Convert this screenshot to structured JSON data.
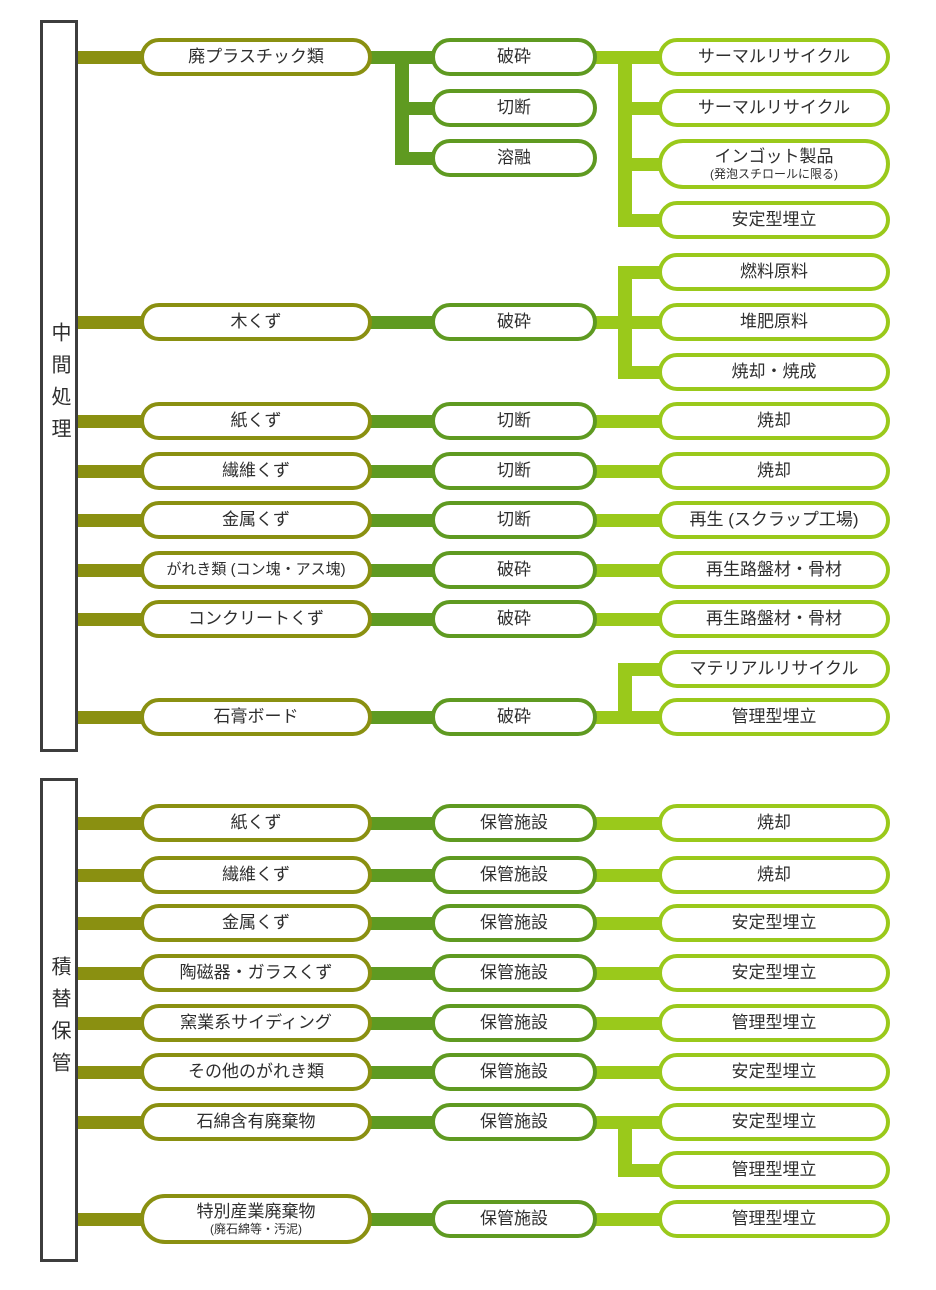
{
  "colors": {
    "frame": "#3D3D3D",
    "waste_accent": "#8A9011",
    "process_accent": "#5F9A21",
    "output_accent": "#9AC91B",
    "text": "#2E2E2E"
  },
  "sections": [
    {
      "label": "中間処理",
      "groups": [
        {
          "source": "廃プラスチック類",
          "processes": [
            "破砕",
            "切断",
            "溶融"
          ],
          "outputs": [
            {
              "t": "サーマルリサイクル"
            },
            {
              "t": "サーマルリサイクル"
            },
            {
              "t": "インゴット製品",
              "sub": "(発泡スチロールに限る)"
            },
            {
              "t": "安定型埋立"
            }
          ]
        },
        {
          "source": "木くず",
          "processes": [
            "破砕"
          ],
          "outputs": [
            {
              "t": "燃料原料"
            },
            {
              "t": "堆肥原料"
            },
            {
              "t": "焼却・焼成"
            }
          ]
        },
        {
          "source": "紙くず",
          "processes": [
            "切断"
          ],
          "outputs": [
            {
              "t": "焼却"
            }
          ]
        },
        {
          "source": "繊維くず",
          "processes": [
            "切断"
          ],
          "outputs": [
            {
              "t": "焼却"
            }
          ]
        },
        {
          "source": "金属くず",
          "processes": [
            "切断"
          ],
          "outputs": [
            {
              "t": "再生 (スクラップ工場)"
            }
          ]
        },
        {
          "source": "がれき類 (コン塊・アス塊)",
          "processes": [
            "破砕"
          ],
          "outputs": [
            {
              "t": "再生路盤材・骨材"
            }
          ]
        },
        {
          "source": "コンクリートくず",
          "processes": [
            "破砕"
          ],
          "outputs": [
            {
              "t": "再生路盤材・骨材"
            }
          ]
        },
        {
          "source": "石膏ボード",
          "processes": [
            "破砕"
          ],
          "outputs": [
            {
              "t": "マテリアルリサイクル"
            },
            {
              "t": "管理型埋立"
            }
          ]
        }
      ]
    },
    {
      "label": "積替保管",
      "groups": [
        {
          "source": "紙くず",
          "processes": [
            "保管施設"
          ],
          "outputs": [
            {
              "t": "焼却"
            }
          ]
        },
        {
          "source": "繊維くず",
          "processes": [
            "保管施設"
          ],
          "outputs": [
            {
              "t": "焼却"
            }
          ]
        },
        {
          "source": "金属くず",
          "processes": [
            "保管施設"
          ],
          "outputs": [
            {
              "t": "安定型埋立"
            }
          ]
        },
        {
          "source": "陶磁器・ガラスくず",
          "processes": [
            "保管施設"
          ],
          "outputs": [
            {
              "t": "安定型埋立"
            }
          ]
        },
        {
          "source": "窯業系サイディング",
          "processes": [
            "保管施設"
          ],
          "outputs": [
            {
              "t": "管理型埋立"
            }
          ]
        },
        {
          "source": "その他のがれき類",
          "processes": [
            "保管施設"
          ],
          "outputs": [
            {
              "t": "安定型埋立"
            }
          ]
        },
        {
          "source": "石綿含有廃棄物",
          "processes": [
            "保管施設"
          ],
          "outputs": [
            {
              "t": "安定型埋立"
            },
            {
              "t": "管理型埋立"
            }
          ]
        },
        {
          "source": "特別産業廃棄物",
          "source_sub": "(廃石綿等・汚泥)",
          "processes": [
            "保管施設"
          ],
          "outputs": [
            {
              "t": "管理型埋立"
            }
          ]
        }
      ]
    }
  ]
}
